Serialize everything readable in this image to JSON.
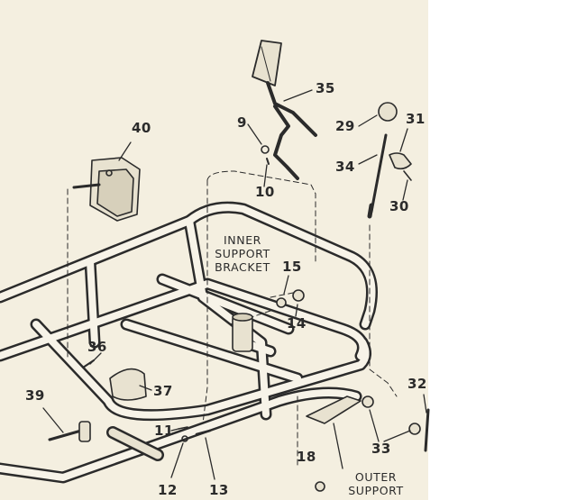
{
  "callouts": {
    "c9": "9",
    "c10": "10",
    "c11": "11",
    "c12": "12",
    "c13": "13",
    "c14": "14",
    "c15": "15",
    "c18": "18",
    "c29": "29",
    "c30": "30",
    "c31": "31",
    "c32": "32",
    "c33": "33",
    "c34": "34",
    "c35": "35",
    "c36": "36",
    "c37": "37",
    "c39": "39",
    "c40": "40"
  },
  "labels": {
    "inner_support_line1": "INNER",
    "inner_support_line2": "SUPPORT",
    "inner_support_line3": "BRACKET",
    "outer_support_line1": "OUTER",
    "outer_support_line2": "SUPPORT"
  },
  "colors": {
    "paper": "#f4efe0",
    "ink": "#2b2b2b",
    "tube_fill": "#f7f3e8"
  }
}
